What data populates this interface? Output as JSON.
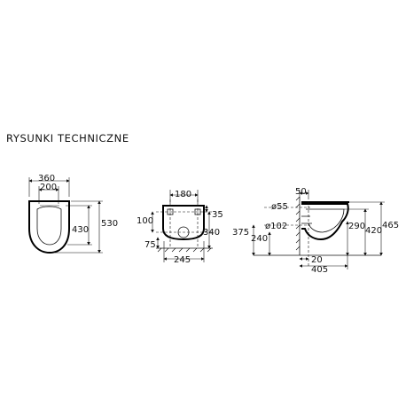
{
  "heading": "RYSUNKI TECHNICZNE",
  "top_view": {
    "d360": "360",
    "d200": "200",
    "d430": "430",
    "d530": "530"
  },
  "rear_view": {
    "d180": "180",
    "d100": "100",
    "d35": "35",
    "d340": "340",
    "d75": "75",
    "d245": "245"
  },
  "side_view": {
    "d50": "50",
    "d55": "ø55",
    "d102": "ø102",
    "d375": "375",
    "d240": "240",
    "d290": "290",
    "d420": "420",
    "d465": "465",
    "d20": "20",
    "d405": "405"
  }
}
